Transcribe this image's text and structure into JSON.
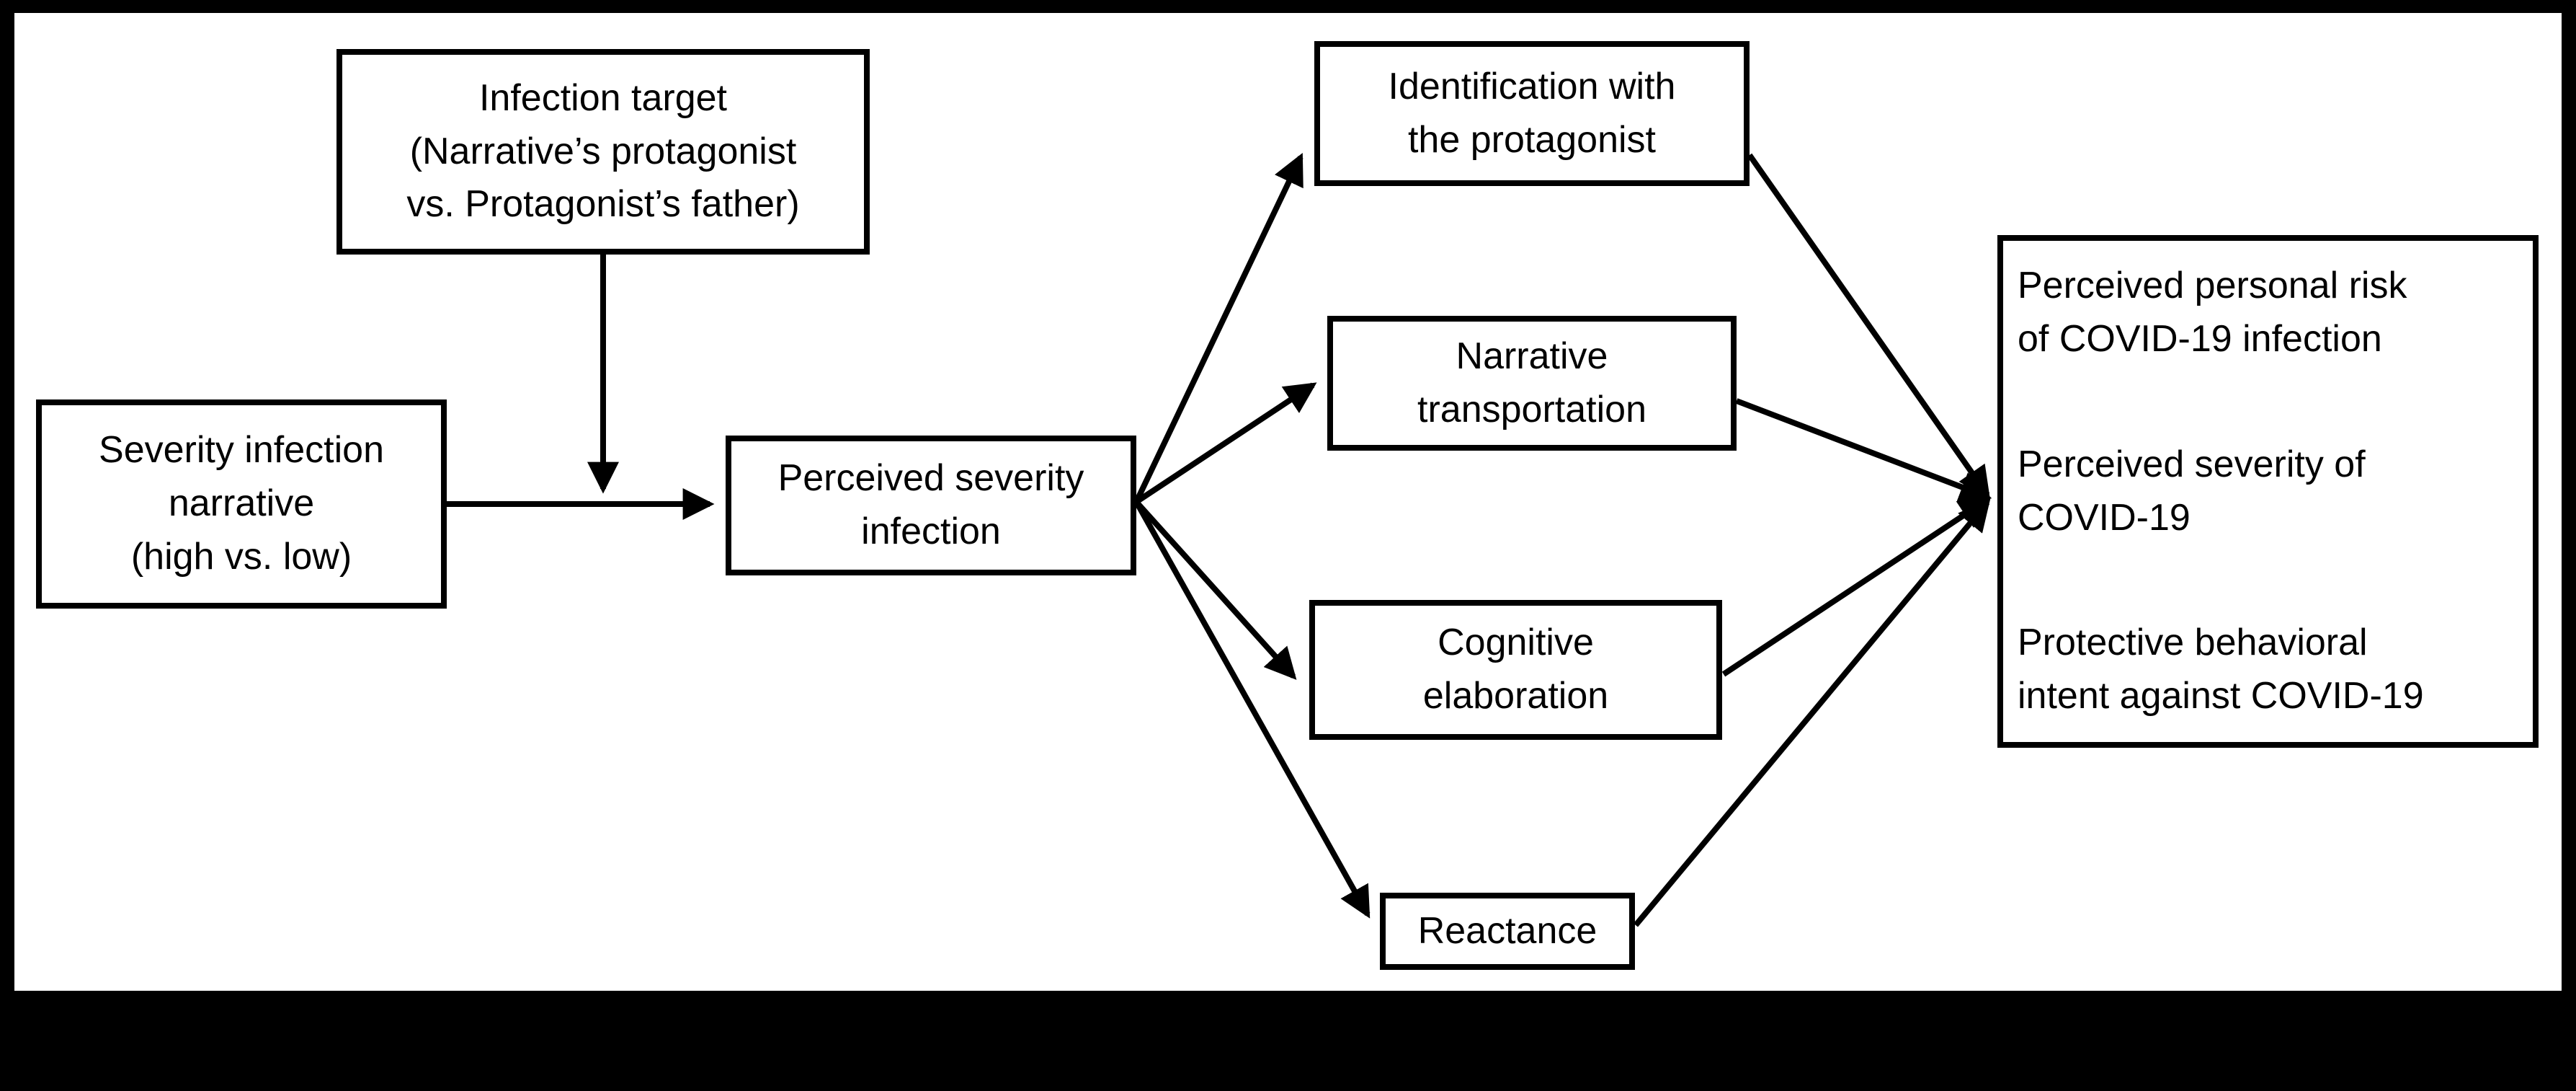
{
  "figure": {
    "type": "conceptual-path-model-diagram",
    "background_color": "#000000",
    "canvas_color": "#ffffff",
    "line_color": "#000000"
  },
  "nodes": {
    "infection_target": {
      "label": "Infection target\n(Narrative’s protagonist\nvs. Protagonist’s father)"
    },
    "severity_narrative": {
      "label": "Severity infection\nnarrative\n(high vs. low)"
    },
    "perceived_severity": {
      "label": "Perceived severity\ninfection"
    },
    "identification": {
      "label": "Identification with\nthe protagonist"
    },
    "transportation": {
      "label": "Narrative\ntransportation"
    },
    "elaboration": {
      "label": "Cognitive\nelaboration"
    },
    "reactance": {
      "label": "Reactance"
    },
    "outcomes": {
      "items": [
        "Perceived personal risk\nof COVID-19 infection",
        "Perceived severity of\nCOVID-19",
        "Protective behavioral\nintent against COVID-19"
      ]
    }
  },
  "edges": [
    {
      "from": "severity-infection-narrative",
      "to": "perceived-severity-infection",
      "type": "direct-arrow"
    },
    {
      "from": "infection-target",
      "to": "severity-narrative-perceived-severity-path",
      "type": "moderation-arrow"
    },
    {
      "from": "perceived-severity-infection",
      "to": "identification-with-the-protagonist",
      "type": "direct-arrow"
    },
    {
      "from": "perceived-severity-infection",
      "to": "narrative-transportation",
      "type": "direct-arrow"
    },
    {
      "from": "perceived-severity-infection",
      "to": "cognitive-elaboration",
      "type": "direct-arrow"
    },
    {
      "from": "perceived-severity-infection",
      "to": "reactance",
      "type": "direct-arrow"
    },
    {
      "from": "identification-with-the-protagonist",
      "to": "outcomes",
      "type": "direct-arrow"
    },
    {
      "from": "narrative-transportation",
      "to": "outcomes",
      "type": "direct-arrow"
    },
    {
      "from": "cognitive-elaboration",
      "to": "outcomes",
      "type": "direct-arrow"
    },
    {
      "from": "reactance",
      "to": "outcomes",
      "type": "direct-arrow"
    }
  ]
}
